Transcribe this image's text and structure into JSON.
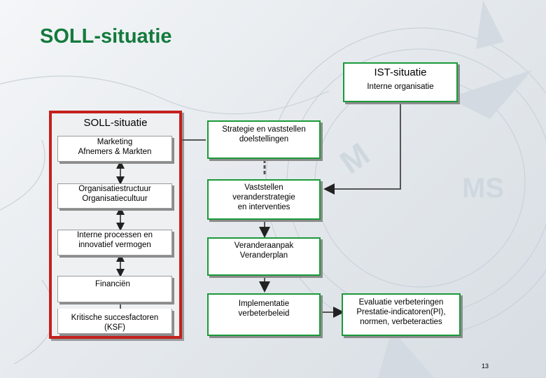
{
  "slide": {
    "title": "SOLL-situatie",
    "page_number": "13"
  },
  "ist": {
    "title": "IST-situatie",
    "subtitle": "Interne organisatie"
  },
  "soll_frame": {
    "title": "SOLL-situatie",
    "factors": [
      {
        "lines": [
          "Marketing",
          "Afnemers & Markten"
        ]
      },
      {
        "lines": [
          "Organisatiestructuur",
          "Organisatiecultuur"
        ]
      },
      {
        "lines": [
          "Interne processen en",
          "innovatief vermogen"
        ]
      },
      {
        "lines": [
          "Financiën"
        ]
      }
    ],
    "ksf": {
      "lines": [
        "Kritische succesfactoren",
        "(KSF)"
      ]
    }
  },
  "process": [
    {
      "lines": [
        "Strategie en vaststellen",
        "doelstellingen"
      ]
    },
    {
      "lines": [
        "Vaststellen",
        "veranderstrategie",
        "en interventies"
      ]
    },
    {
      "lines": [
        "Veranderaanpak",
        "Veranderplan"
      ]
    },
    {
      "lines": [
        "Implementatie",
        "verbeterbeleid"
      ]
    }
  ],
  "evaluation": {
    "lines": [
      "Evaluatie verbeteringen",
      "Prestatie-indicatoren(PI),",
      "normen, verbeteracties"
    ]
  },
  "colors": {
    "title": "#137a3c",
    "box_border_green": "#1a9a3a",
    "frame_border_red": "#c4201c",
    "connector": "#555555"
  },
  "icons": [
    "compass-background",
    "double-headed-arrow-icon",
    "arrow-down-icon"
  ]
}
